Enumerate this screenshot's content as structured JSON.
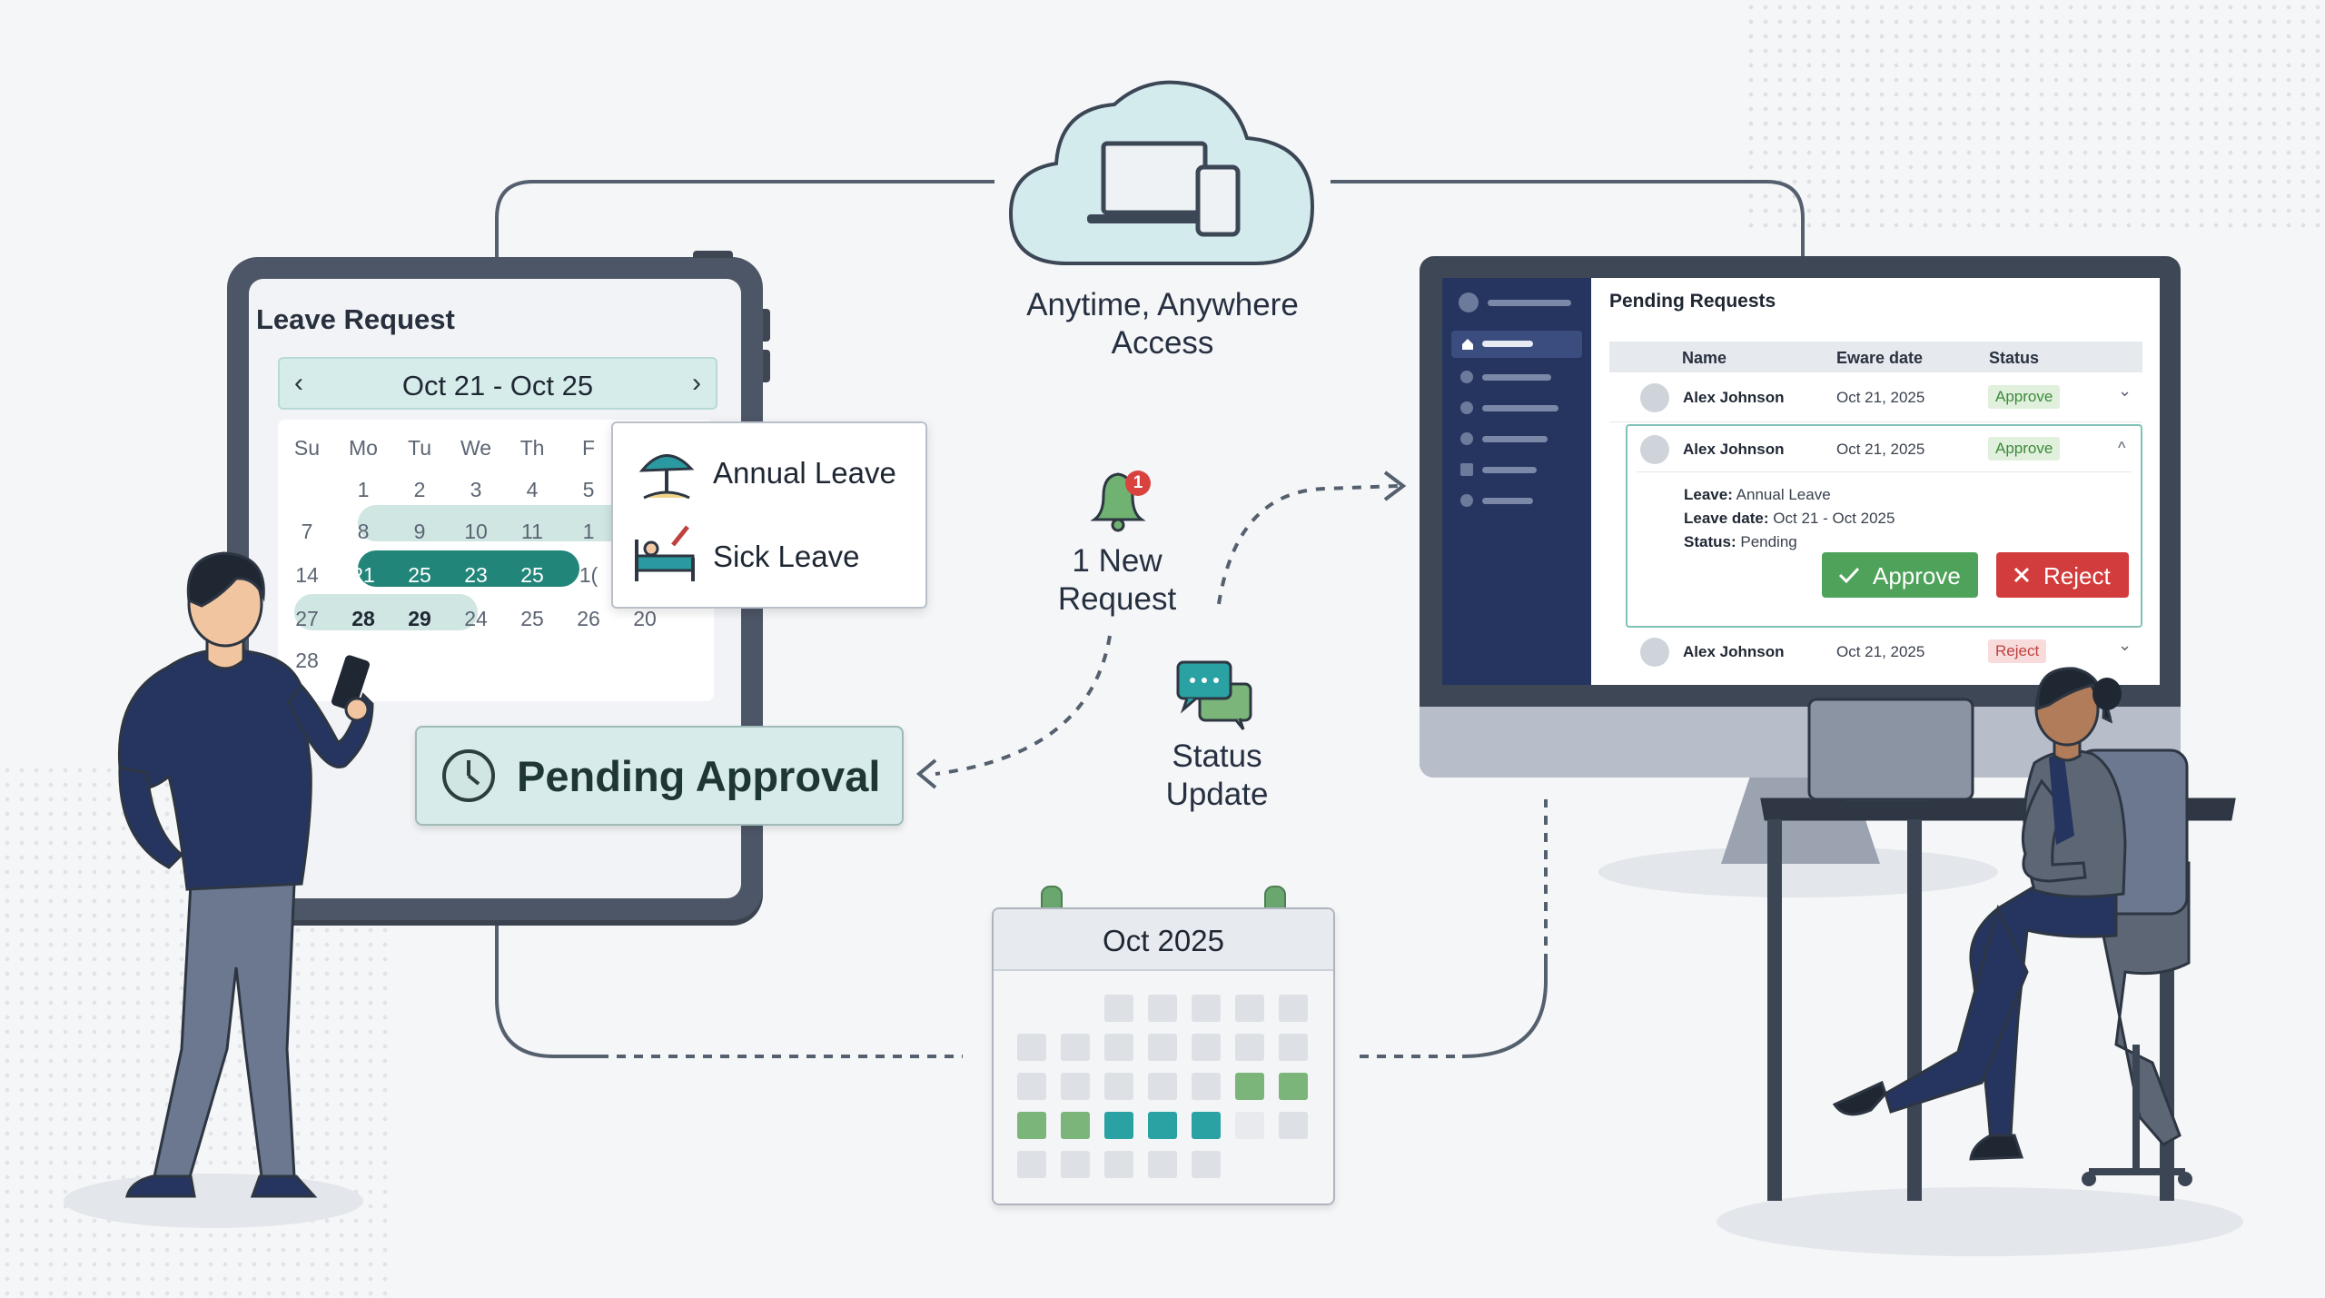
{
  "tablet": {
    "title": "Leave Request",
    "range": "Oct 21 - Oct 25",
    "weekdays": [
      "Su",
      "Mo",
      "Tu",
      "We",
      "Th",
      "F"
    ],
    "rows": [
      [
        "",
        "1",
        "2",
        "3",
        "4",
        "5"
      ],
      [
        "7",
        "8",
        "9",
        "10",
        "11",
        "1"
      ],
      [
        "14",
        "21",
        "25",
        "23",
        "25",
        "1("
      ],
      [
        "27",
        "28",
        "29",
        "24",
        "25",
        "26",
        "20"
      ],
      [
        "28"
      ]
    ],
    "leave_types": [
      "Annual Leave",
      "Sick Leave"
    ],
    "pending_label": "Pending Approval"
  },
  "center": {
    "cloud_caption": "Anytime, Anywhere\nAccess",
    "notification_count": "1",
    "new_request": "1 New\nRequest",
    "status_update": "Status\nUpdate"
  },
  "admin": {
    "title": "Pending Requests",
    "columns": [
      "Name",
      "Eware date",
      "Status"
    ],
    "rows": [
      {
        "name": "Alex Johnson",
        "date": "Oct 21, 2025",
        "status": "Approve",
        "chevron": "⌄"
      },
      {
        "name": "Alex Johnson",
        "date": "Oct 21, 2025",
        "status": "Approve",
        "chevron": "^"
      },
      {
        "name": "Alex Johnson",
        "date": "Oct 21, 2025",
        "status": "Reject",
        "chevron": "⌄"
      }
    ],
    "detail": {
      "leave_label": "Leave:",
      "leave_value": "Annual Leave",
      "date_label": "Leave date:",
      "date_value": "Oct 21 - Oct 2025",
      "status_label": "Status:",
      "status_value": "Pending"
    },
    "approve_label": "Approve",
    "reject_label": "Reject"
  },
  "wall_calendar": {
    "title": "Oct 2025"
  },
  "colors": {
    "teal": "#22857a",
    "teal_light": "#cfe6e3",
    "navy": "#253560",
    "approve_green": "#4ea25a",
    "reject_red": "#d33c3c",
    "badge_red": "#d9433f"
  },
  "icons": [
    "cloud-icon",
    "laptop-icon",
    "phone-icon",
    "bell-icon",
    "chat-icon",
    "clock-icon",
    "beach-umbrella-icon",
    "sick-bed-icon",
    "home-icon",
    "check-icon",
    "x-icon"
  ]
}
